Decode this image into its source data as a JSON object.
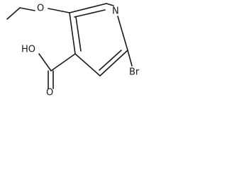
{
  "structure": {
    "atoms": {
      "nitrogen": "N",
      "ether_oxygen": "O",
      "hydroxyl": "HO",
      "carbonyl_oxygen": "O",
      "bromine": "Br"
    }
  }
}
